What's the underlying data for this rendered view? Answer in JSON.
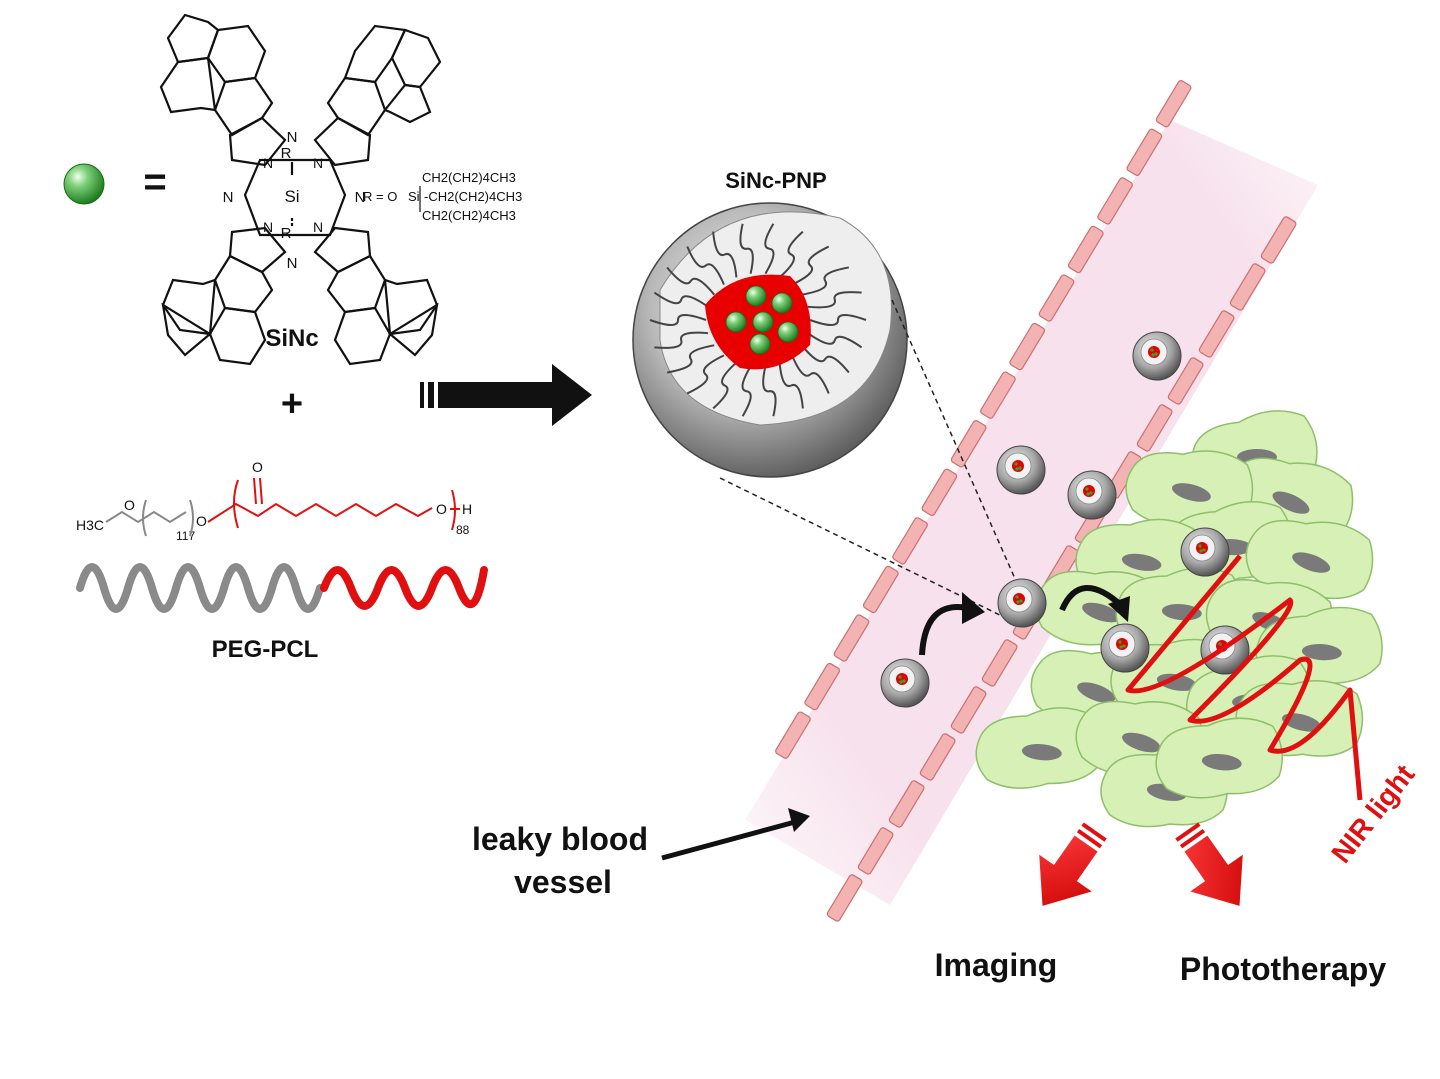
{
  "equals_sign": "=",
  "plus_sign": "+",
  "sinc": {
    "label": "SiNc",
    "atoms": {
      "si": "Si",
      "r": "R",
      "n": "N"
    },
    "r_group": {
      "prefix": "R = O",
      "si": "Si",
      "chain1": "CH2(CH2)4CH3",
      "chain2": "-CH2(CH2)4CH3",
      "chain3": "CH2(CH2)4CH3"
    }
  },
  "peg_pcl": {
    "label": "PEG-PCL",
    "formula": {
      "h3c": "H3C",
      "o_left": "O",
      "o_mid": "O",
      "peg_subscript": "117",
      "carbonyl_o": "O",
      "o_right": "O",
      "h_end": "H",
      "pcl_subscript": "88"
    }
  },
  "nanoparticle": {
    "label": "SiNc-PNP"
  },
  "vessel": {
    "label_line1": "leaky blood",
    "label_line2": "vessel"
  },
  "light": {
    "label": "NIR light"
  },
  "outputs": {
    "imaging": "Imaging",
    "phototherapy": "Phototherapy"
  },
  "colors": {
    "peg_gray": "#8a8a8a",
    "pcl_red": "#e01010",
    "vessel_fill": "#f7e1ec",
    "wall_brick": "#f4b3b3",
    "cell_fill": "#d6f0b6",
    "nucleus": "#7a7a7a",
    "core_red": "#e80000",
    "sinc_green": "#2ea82e"
  }
}
